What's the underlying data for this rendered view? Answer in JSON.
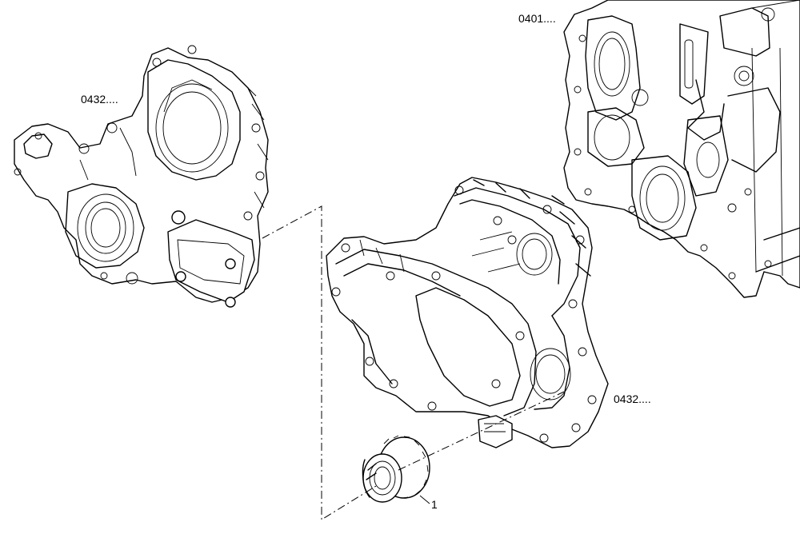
{
  "callouts": {
    "top_right": "0401....",
    "left": "0432....",
    "middle_right": "0432....",
    "gear_item": "1"
  }
}
